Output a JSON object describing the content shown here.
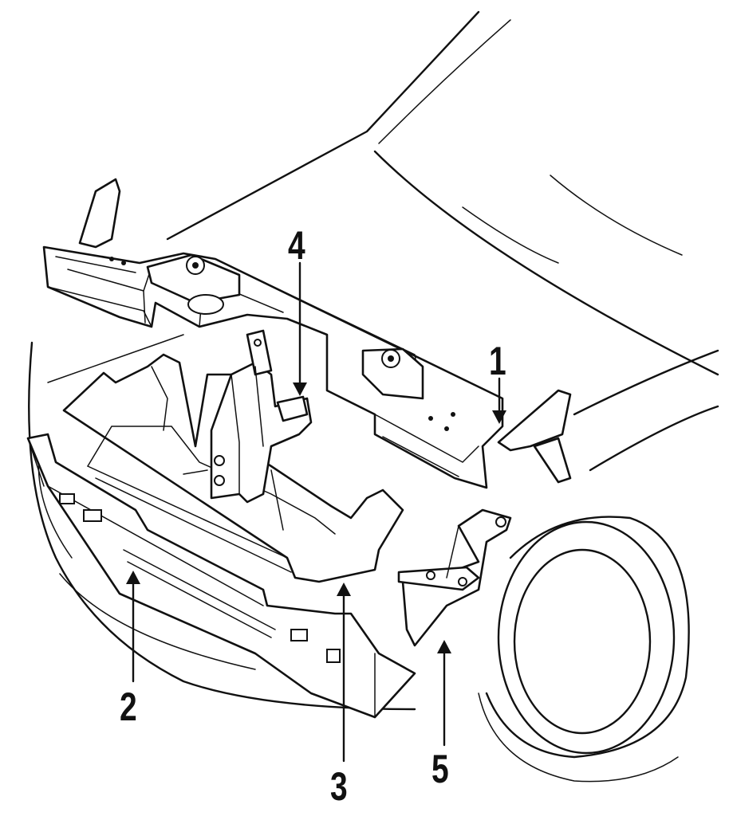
{
  "callouts": [
    {
      "id": "1",
      "text": "1"
    },
    {
      "id": "2",
      "text": "2"
    },
    {
      "id": "3",
      "text": "3"
    },
    {
      "id": "4",
      "text": "4"
    },
    {
      "id": "5",
      "text": "5"
    }
  ],
  "colors": {
    "ink": "#111111",
    "paper": "#ffffff"
  }
}
